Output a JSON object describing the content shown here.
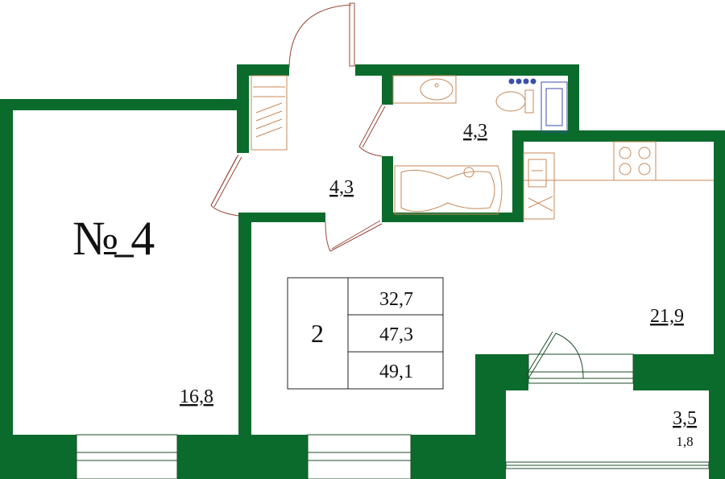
{
  "apartment": {
    "number_label": "№ 4"
  },
  "rooms": {
    "bedroom_area": "16,8",
    "hallway_area": "4,3",
    "bathroom_area": "4,3",
    "living_kitchen_area": "21,9",
    "balcony_area": "3,5",
    "balcony_reduced_area": "1,8"
  },
  "summary": {
    "room_count": "2",
    "living_area": "32,7",
    "total_area": "47,3",
    "total_area_with_balcony": "49,1"
  },
  "colors": {
    "wall": "#0b6b2c",
    "fixture": "#c7895a",
    "door": "#9a4a3a",
    "window": "#1d4e2a"
  }
}
